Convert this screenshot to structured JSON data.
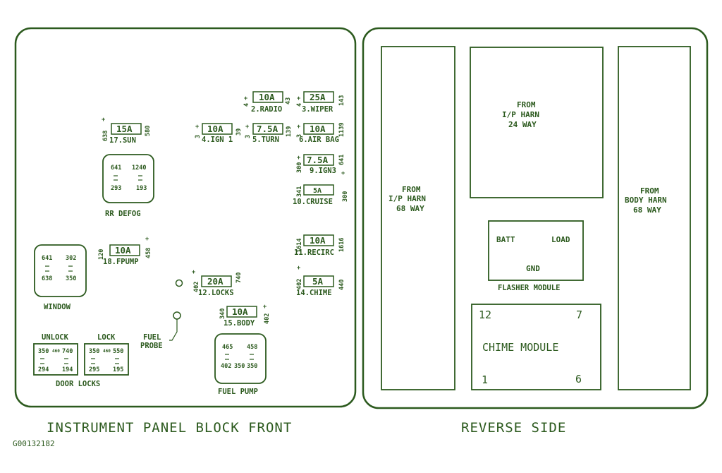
{
  "front": {
    "caption": "INSTRUMENT PANEL BLOCK FRONT",
    "fuses": {
      "radio": {
        "amp": "10A",
        "label": "2.RADIO",
        "pin_l": "4",
        "pin_r": "43"
      },
      "wiper": {
        "amp": "25A",
        "label": "3.WIPER",
        "pin_l": "4",
        "pin_r": "143"
      },
      "ign1": {
        "amp": "10A",
        "label": "4.IGN 1",
        "pin_l": "3",
        "pin_r": "39"
      },
      "turn": {
        "amp": "7.5A",
        "label": "5.TURN",
        "pin_l": "3",
        "pin_r": "139"
      },
      "airbag": {
        "amp": "10A",
        "label": "6.AIR BAG",
        "pin_l": "3",
        "pin_r": "1139"
      },
      "ign3": {
        "amp": "7.5A",
        "label": "9.IGN3",
        "pin_l": "300",
        "pin_r": "641"
      },
      "cruise": {
        "amp": "5A",
        "label": "10.CRUISE",
        "pin_l": "341",
        "pin_r": "300"
      },
      "recirc": {
        "amp": "10A",
        "label": "11.RECIRC",
        "pin_l": "1614",
        "pin_r": "1616"
      },
      "chime": {
        "amp": "5A",
        "label": "14.CHIME",
        "pin_l": "402",
        "pin_r": "440"
      },
      "body": {
        "amp": "10A",
        "label": "15.BODY",
        "pin_l": "340",
        "pin_r": "402"
      },
      "locks": {
        "amp": "20A",
        "label": "12.LOCKS",
        "pin_l": "402",
        "pin_r": "740"
      },
      "sun": {
        "amp": "15A",
        "label": "17.SUN",
        "pin_l": "638",
        "pin_r": "580"
      },
      "fpump": {
        "amp": "10A",
        "label": "18.FPUMP",
        "pin_l": "120",
        "pin_r": "458"
      }
    },
    "relays": {
      "rr_defog": {
        "label": "RR DEFOG",
        "tl": "641",
        "tr": "1240",
        "bl": "293",
        "br": "193"
      },
      "window": {
        "label": "WINDOW",
        "tl": "641",
        "tr": "302",
        "bl": "638",
        "br": "350"
      },
      "fuel_pump": {
        "label": "FUEL PUMP",
        "tl": "465",
        "tr": "458",
        "bl": "402",
        "bm": "350",
        "br": "350"
      },
      "unlock": {
        "label": "UNLOCK",
        "tl": "350",
        "tm": "460",
        "tr": "740",
        "bl": "294",
        "br": "194"
      },
      "lock": {
        "label": "LOCK",
        "tl": "350",
        "tm": "460",
        "tr": "550",
        "bl": "295",
        "br": "195"
      },
      "door_locks_label": "DOOR LOCKS"
    },
    "fuel_probe": {
      "line1": "FUEL",
      "line2": "PROBE"
    },
    "plus": "+"
  },
  "reverse": {
    "caption": "REVERSE SIDE",
    "ip_harn_68": [
      "FROM",
      "I/P HARN",
      "68 WAY"
    ],
    "ip_harn_24": [
      "FROM",
      "I/P HARN",
      "24 WAY"
    ],
    "body_harn_68": [
      "FROM",
      "BODY HARN",
      "68 WAY"
    ],
    "flasher": {
      "batt": "BATT",
      "load": "LOAD",
      "gnd": "GND",
      "label": "FLASHER MODULE"
    },
    "chime_module": {
      "label": "CHIME MODULE",
      "n12": "12",
      "n7": "7",
      "n1": "1",
      "n6": "6"
    }
  },
  "ref_code": "G00132182"
}
